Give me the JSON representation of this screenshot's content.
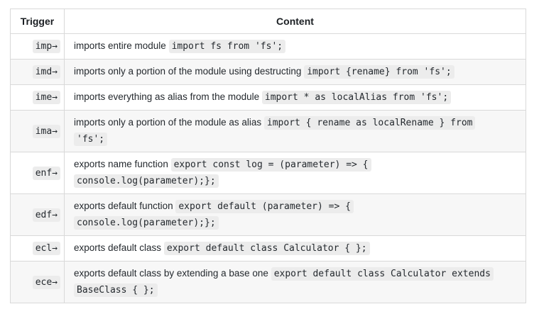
{
  "theme": {
    "border_color": "#d9d9d9",
    "stripe_color": "#f7f7f7",
    "chip_color": "#ececec",
    "text_color": "#24292e"
  },
  "table": {
    "tab_arrow": "→",
    "columns": [
      {
        "label": "Trigger"
      },
      {
        "label": "Content"
      }
    ],
    "rows": [
      {
        "trigger": "imp",
        "segments": [
          {
            "t": "text",
            "v": "imports entire module "
          },
          {
            "t": "code",
            "v": "import fs from 'fs';"
          }
        ]
      },
      {
        "trigger": "imd",
        "segments": [
          {
            "t": "text",
            "v": "imports only a portion of the module using destructing "
          },
          {
            "t": "code",
            "v": "import {rename} from 'fs';"
          }
        ]
      },
      {
        "trigger": "ime",
        "segments": [
          {
            "t": "text",
            "v": "imports everything as alias from the module "
          },
          {
            "t": "code",
            "v": "import * as localAlias from 'fs';"
          }
        ]
      },
      {
        "trigger": "ima",
        "segments": [
          {
            "t": "text",
            "v": "imports only a portion of the module as alias "
          },
          {
            "t": "code",
            "v": "import { rename as localRename } from"
          },
          {
            "t": "br"
          },
          {
            "t": "code",
            "v": "'fs';"
          }
        ]
      },
      {
        "trigger": "enf",
        "segments": [
          {
            "t": "text",
            "v": "exports name function "
          },
          {
            "t": "code",
            "v": "export const log = (parameter) => {"
          },
          {
            "t": "br"
          },
          {
            "t": "code",
            "v": "console.log(parameter);};"
          }
        ]
      },
      {
        "trigger": "edf",
        "segments": [
          {
            "t": "text",
            "v": "exports default function "
          },
          {
            "t": "code",
            "v": "export default (parameter) => {"
          },
          {
            "t": "br"
          },
          {
            "t": "code",
            "v": "console.log(parameter);};"
          }
        ]
      },
      {
        "trigger": "ecl",
        "segments": [
          {
            "t": "text",
            "v": "exports default class "
          },
          {
            "t": "code",
            "v": "export default class Calculator { };"
          }
        ]
      },
      {
        "trigger": "ece",
        "segments": [
          {
            "t": "text",
            "v": "exports default class by extending a base one "
          },
          {
            "t": "code",
            "v": "export default class Calculator extends"
          },
          {
            "t": "br"
          },
          {
            "t": "code",
            "v": "BaseClass { };"
          }
        ]
      }
    ]
  }
}
